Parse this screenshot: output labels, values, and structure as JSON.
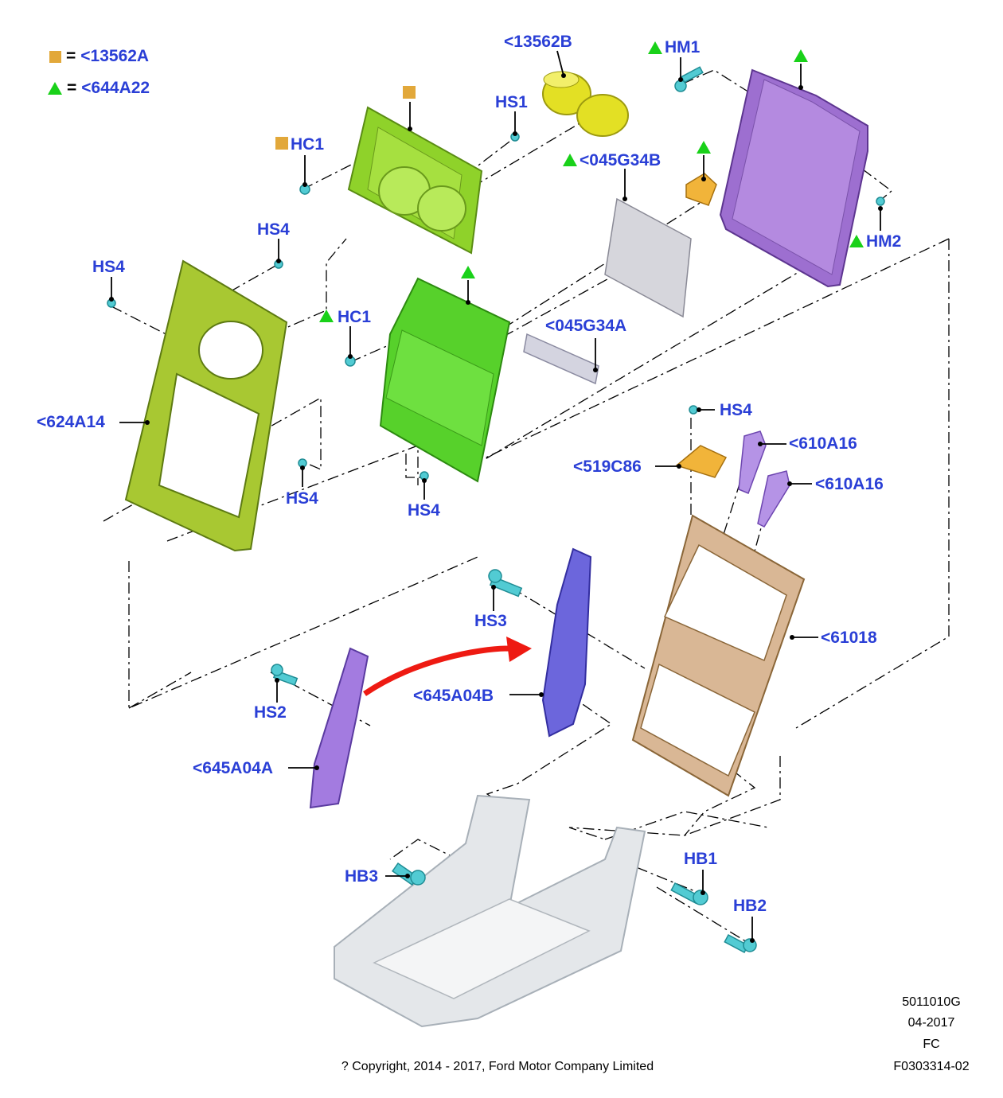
{
  "colors": {
    "label": "#2a3fd6",
    "square_marker": "#e2a83a",
    "triangle_marker": "#19d119",
    "arrow": "#ee1a12",
    "panel_green": "#8fd22a",
    "bracket_green": "#a8c832",
    "bin_green": "#57d12b",
    "cup_yellow": "#e3e024",
    "door_purple": "#9d6fd0",
    "hinge_blue": "#6c66dc",
    "hinge_purple": "#a37be0",
    "frame_tan": "#d9b795",
    "base_grey": "#d4d8dc",
    "fastener_cyan": "#52cbd3",
    "clip_orange": "#f1b43a"
  },
  "legend": [
    {
      "marker": "square",
      "equals": "=",
      "part": "<13562A"
    },
    {
      "marker": "triangle",
      "equals": "=",
      "part": "<644A22"
    }
  ],
  "callouts": {
    "c13562b": "<13562B",
    "hm1": "HM1",
    "hs1": "HS1",
    "hc1_top": "HC1",
    "c045g34b": "<045G34B",
    "hs4_a": "HS4",
    "hs4_b": "HS4",
    "hm2": "HM2",
    "hc1_mid": "HC1",
    "c045g34a": "<045G34A",
    "c624a14": "<624A14",
    "hs4_c": "HS4",
    "hs4_d": "HS4",
    "hs4_e": "HS4",
    "c610a16_a": "<610A16",
    "c519c86": "<519C86",
    "c610a16_b": "<610A16",
    "hs3": "HS3",
    "c61018": "<61018",
    "c645a04b": "<645A04B",
    "hs2": "HS2",
    "c645a04a": "<645A04A",
    "hb1": "HB1",
    "hb3": "HB3",
    "hb2": "HB2"
  },
  "footer": {
    "copyright": "? Copyright, 2014 - 2017, Ford Motor Company Limited",
    "code": "5011010G",
    "date": "04-2017",
    "region": "FC",
    "figure": "F0303314-02"
  }
}
